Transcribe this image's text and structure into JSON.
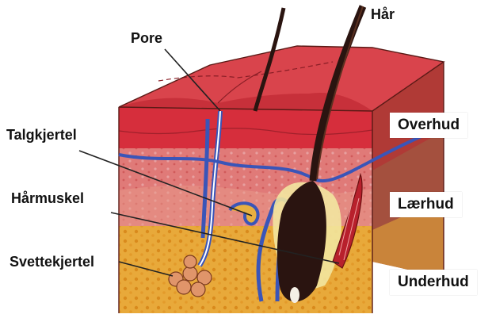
{
  "labels": {
    "pore": "Pore",
    "har": "Hår",
    "talgkjertel": "Talgkjertel",
    "harmuskel": "Hårmuskel",
    "svettekjertel": "Svettekjertel"
  },
  "layers": {
    "overhud": "Overhud",
    "laerhud": "Lærhud",
    "underhud": "Underhud"
  },
  "colors": {
    "epidermis": "#d62e3c",
    "dermis": "#e07a78",
    "subcutis": "#e8a93a",
    "hair": "#2a1410",
    "duct": "#3a55b8",
    "side": "#a4503e"
  }
}
